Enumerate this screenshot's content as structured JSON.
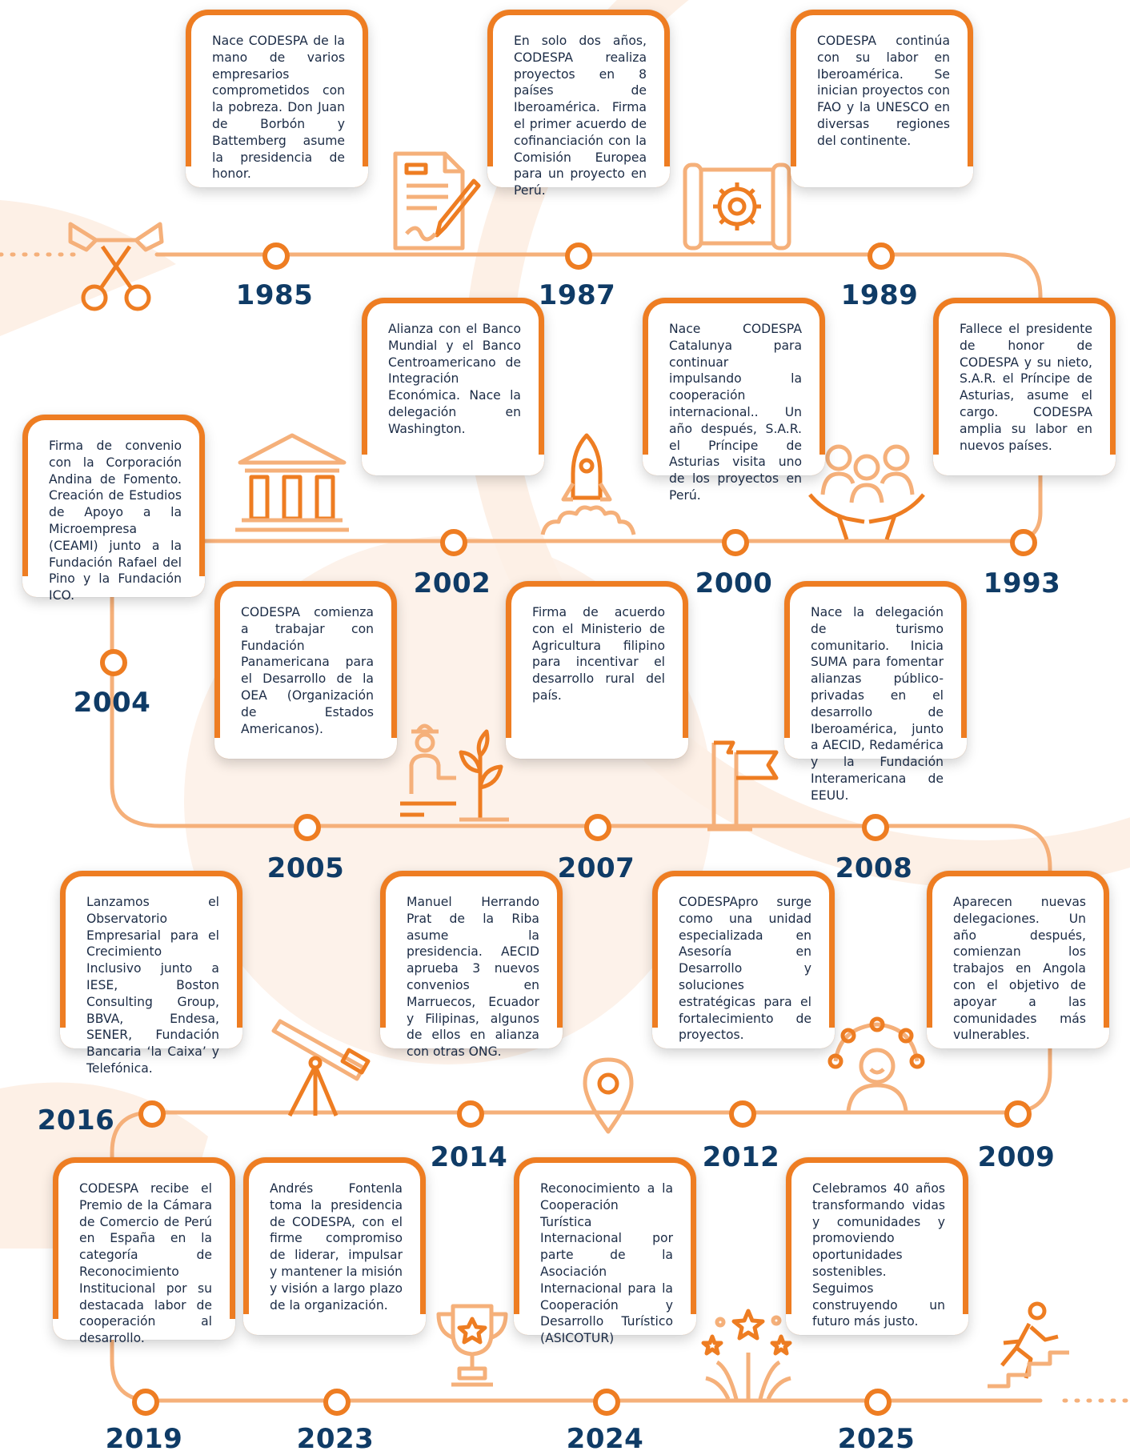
{
  "colors": {
    "accent": "#ee7d22",
    "line": "#f5b07a",
    "year": "#0f3b66",
    "text": "#1b2b45",
    "background_shape": "#fdeee3"
  },
  "events": [
    {
      "year": "1985",
      "text": "Nace CODESPA de la mano de varios empresarios comprometidos con la pobreza. Don Juan de Borbón y Battemberg asume la presidencia de honor.",
      "icon": "scissors-ribbon-icon"
    },
    {
      "year": "1987",
      "text": "En solo dos años, CODESPA realiza proyectos en 8 países de Iberoamérica. Firma el primer acuerdo de cofinanciación con la Comisión Europea para un proyecto en Perú.",
      "icon": "contract-signing-icon"
    },
    {
      "year": "1989",
      "text": "CODESPA continúa con su labor en Iberoamérica. Se inician proyectos con FAO y la UNESCO en diversas regiones del continente.",
      "icon": "gear-scroll-icon"
    },
    {
      "year": "1993",
      "text": "Fallece el presidente de honor de CODESPA y su nieto, S.A.R. el Príncipe de Asturias, asume el cargo. CODESPA amplia su labor en nuevos países.",
      "icon": "people-hands-icon"
    },
    {
      "year": "2000",
      "text": "Nace CODESPA Catalunya para continuar impulsando la cooperación internacional.. Un año después, S.A.R. el Príncipe de Asturias visita uno de los proyectos en Perú.",
      "icon": "rocket-icon"
    },
    {
      "year": "2002",
      "text": "Alianza con el Banco Mundial y el Banco Centroamericano de Integración Económica. Nace la delegación en Washington.",
      "icon": "bank-building-icon"
    },
    {
      "year": "2004",
      "text": "Firma de convenio con la Corporación Andina de Fomento. Creación de Estudios de Apoyo a la Microempresa (CEAMI) junto a la Fundación Rafael del Pino y la Fundación ICO.",
      "icon": ""
    },
    {
      "year": "2005",
      "text": "CODESPA comienza a trabajar con Fundación Panamericana para el Desarrollo de la OEA (Organización de Estados Americanos).",
      "icon": ""
    },
    {
      "year": "2007",
      "text": "Firma de acuerdo con el Ministerio de Agricultura filipino para incentivar el desarrollo rural del país.",
      "icon": "farmer-plant-icon"
    },
    {
      "year": "2008",
      "text": "Nace la delegación de turismo comunitario. Inicia SUMA para fomentar alianzas público-privadas en el desarrollo de Iberoamérica, junto a AECID, Redamérica y la Fundación Interamericana de EEUU.",
      "icon": "flags-icon"
    },
    {
      "year": "2009",
      "text": "Aparecen nuevas delegaciones. Un año después, comienzan los trabajos en Angola con el objetivo de apoyar a las comunidades más vulnerables.",
      "icon": "person-network-icon"
    },
    {
      "year": "2012",
      "text": "CODESPApro surge como una unidad especializada en Asesoría en Desarrollo y soluciones estratégicas para el fortalecimiento de proyectos.",
      "icon": "map-pin-icon"
    },
    {
      "year": "2014",
      "text": "Manuel Herrando Prat de la Riba asume la presidencia. AECID aprueba 3 nuevos convenios en Marruecos, Ecuador y Filipinas, algunos de ellos en alianza con otras ONG.",
      "icon": "telescope-icon"
    },
    {
      "year": "2016",
      "text": "Lanzamos el Observatorio Empresarial para el Crecimiento Inclusivo junto a IESE, Boston Consulting Group, BBVA, Endesa, SENER, Fundación Bancaria ‘la Caixa’ y Telefónica.",
      "icon": ""
    },
    {
      "year": "2019",
      "text": "CODESPA recibe el Premio de la Cámara de Comercio de Perú en España en la categoría de Reconocimiento Institucional por su destacada labor de cooperación al desarrollo.",
      "icon": ""
    },
    {
      "year": "2023",
      "text": "Andrés Fontenla toma la presidencia de CODESPA, con el firme compromiso de liderar, impulsar y mantener la misión y visión a largo plazo de la organización.",
      "icon": "trophy-icon"
    },
    {
      "year": "2024",
      "text": "Reconocimiento a la Cooperación Turística Internacional por parte de la Asociación Internacional para la Cooperación y Desarrollo Turístico (ASICOTUR)",
      "icon": "fireworks-icon"
    },
    {
      "year": "2025",
      "text": "Celebramos 40 años transformando vidas y comunidades y promoviendo oportunidades sostenibles. Seguimos construyendo un futuro más justo.",
      "icon": "runner-stairs-icon"
    }
  ]
}
